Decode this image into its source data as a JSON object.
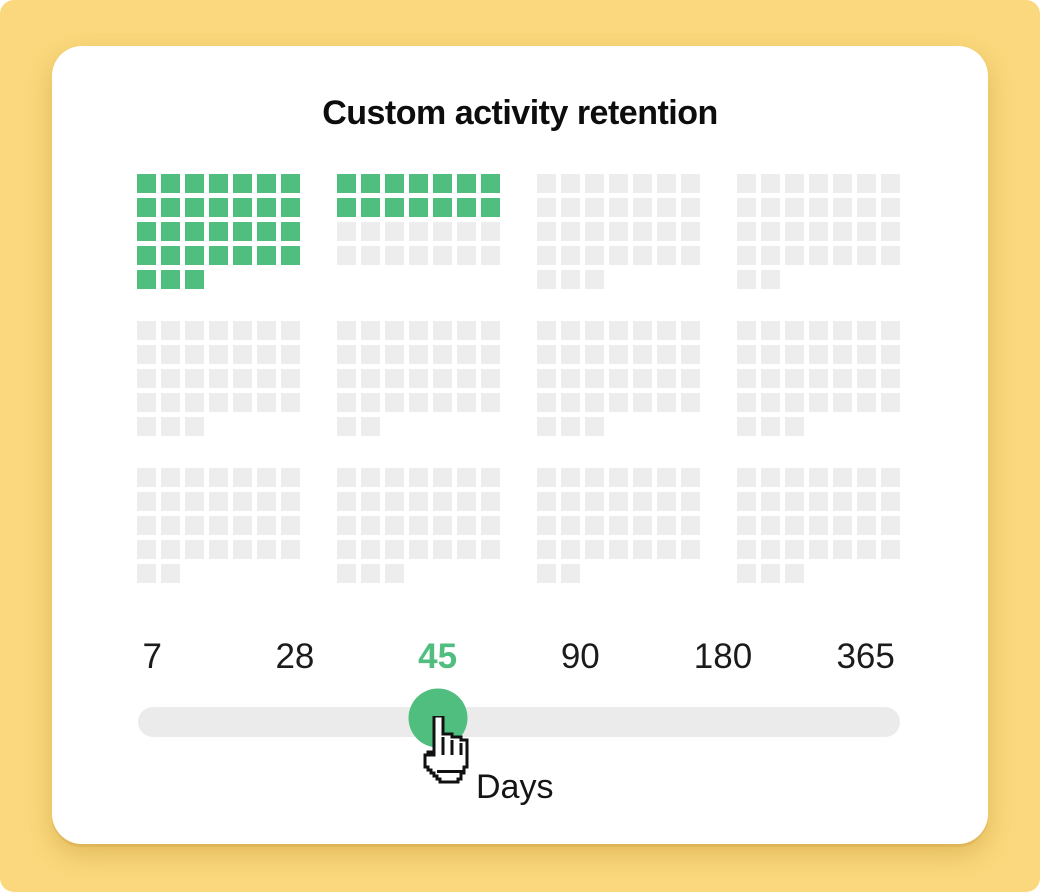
{
  "title": "Custom activity retention",
  "colors": {
    "background": "#FBD87D",
    "card": "#FFFFFF",
    "accent_green": "#4FBE7F",
    "square_empty": "#EDEDED",
    "track": "#EBEBEB",
    "text": "#0D0D0D"
  },
  "chart_data": {
    "type": "waffle",
    "title": "Custom activity retention",
    "unit": "days",
    "total_cells": 365,
    "filled_cells": 45,
    "columns_per_block": 7,
    "layout": "12 blocks in 4 columns x 3 rows, one block per month",
    "filled_color": "#4FBE7F",
    "empty_color": "#EDEDED",
    "blocks": [
      {
        "cells": 31,
        "filled": 31
      },
      {
        "cells": 28,
        "filled": 14
      },
      {
        "cells": 31,
        "filled": 0
      },
      {
        "cells": 30,
        "filled": 0
      },
      {
        "cells": 31,
        "filled": 0
      },
      {
        "cells": 30,
        "filled": 0
      },
      {
        "cells": 31,
        "filled": 0
      },
      {
        "cells": 31,
        "filled": 0
      },
      {
        "cells": 30,
        "filled": 0
      },
      {
        "cells": 31,
        "filled": 0
      },
      {
        "cells": 30,
        "filled": 0
      },
      {
        "cells": 31,
        "filled": 0
      }
    ]
  },
  "slider": {
    "stops": [
      "7",
      "28",
      "45",
      "90",
      "180",
      "365"
    ],
    "selected_value": "45",
    "selected_index": 2,
    "unit_label": "Days"
  }
}
